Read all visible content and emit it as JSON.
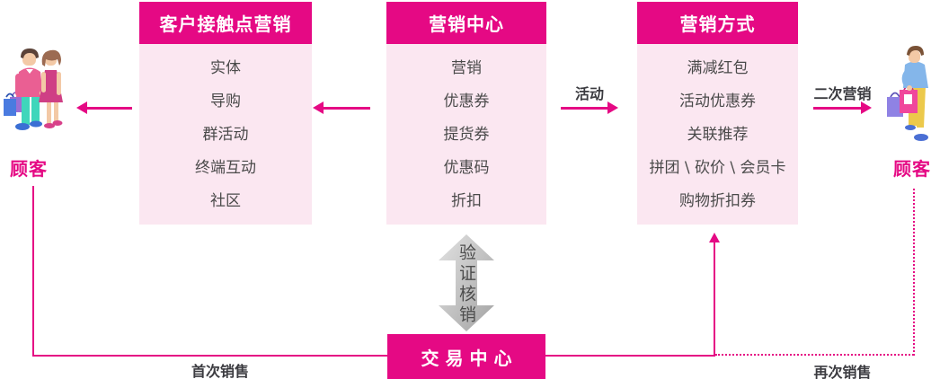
{
  "colors": {
    "magenta": "#e50984",
    "panel_bg": "#fbe7f1",
    "item_text": "#4a4a4a",
    "label_text": "#3b3b40",
    "verify_arrow_light": "#dedede",
    "verify_arrow_dark": "#a3a3a3"
  },
  "customers": {
    "left_label": "顾客",
    "right_label": "顾客"
  },
  "panels": [
    {
      "title": "客户接触点营销",
      "items": [
        "实体",
        "导购",
        "群活动",
        "终端互动",
        "社区"
      ]
    },
    {
      "title": "营销中心",
      "items": [
        "营销",
        "优惠券",
        "提货券",
        "优惠码",
        "折扣"
      ]
    },
    {
      "title": "营销方式",
      "items": [
        "满减红包",
        "活动优惠券",
        "关联推荐",
        "拼团 \\ 砍价 \\ 会员卡",
        "购物折扣券"
      ]
    }
  ],
  "transaction_center": {
    "title": "交易中心"
  },
  "flow_labels": {
    "activity": "活动",
    "secondary_marketing": "二次营销",
    "first_sale": "首次销售",
    "repeat_sale": "再次销售",
    "verify_redeem": "验证核销"
  },
  "icons": {
    "left_illustration": "customer-couple",
    "right_illustration": "customer-with-shopping-bags",
    "verify_icon": "double-headed-vertical-arrow"
  }
}
